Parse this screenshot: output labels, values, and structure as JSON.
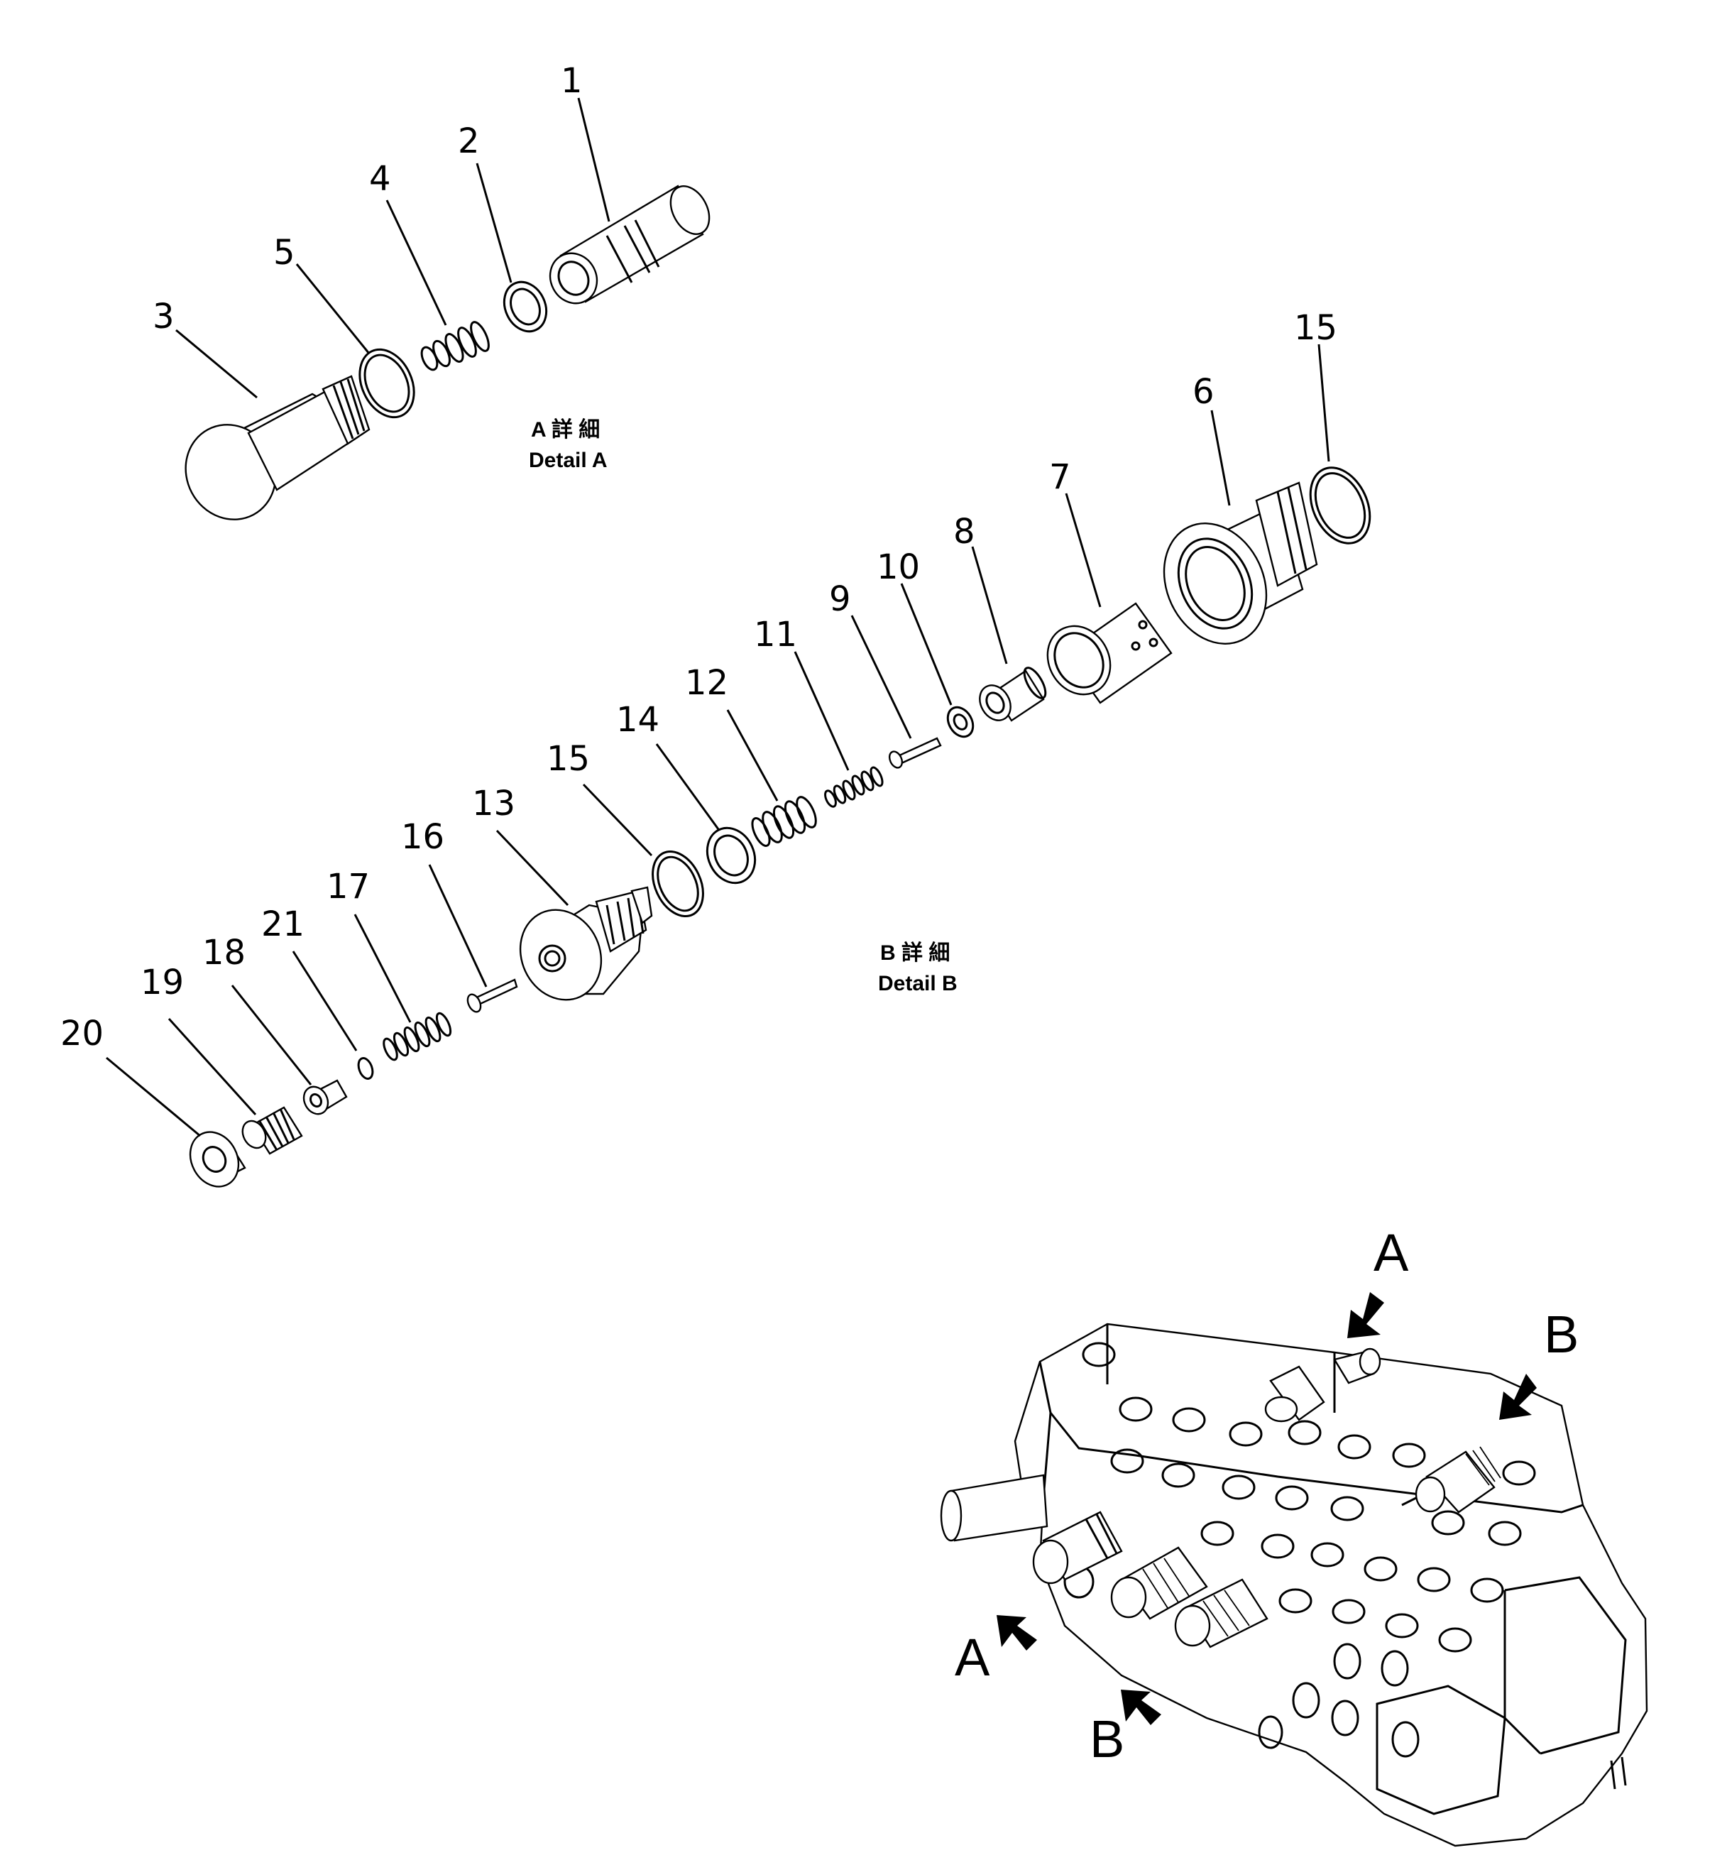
{
  "detail_a": {
    "caption_jp": "A 詳 細",
    "caption_en": "Detail A",
    "part_labels": [
      "1",
      "2",
      "4",
      "5",
      "3"
    ]
  },
  "detail_b": {
    "caption_jp": "B 詳 細",
    "caption_en": "Detail B",
    "part_labels": [
      "15",
      "6",
      "7",
      "8",
      "10",
      "9",
      "11",
      "12",
      "14",
      "15",
      "13",
      "16",
      "17",
      "21",
      "18",
      "19",
      "20"
    ]
  },
  "assembly": {
    "arrow_letters": [
      "A",
      "B",
      "A",
      "B"
    ]
  }
}
